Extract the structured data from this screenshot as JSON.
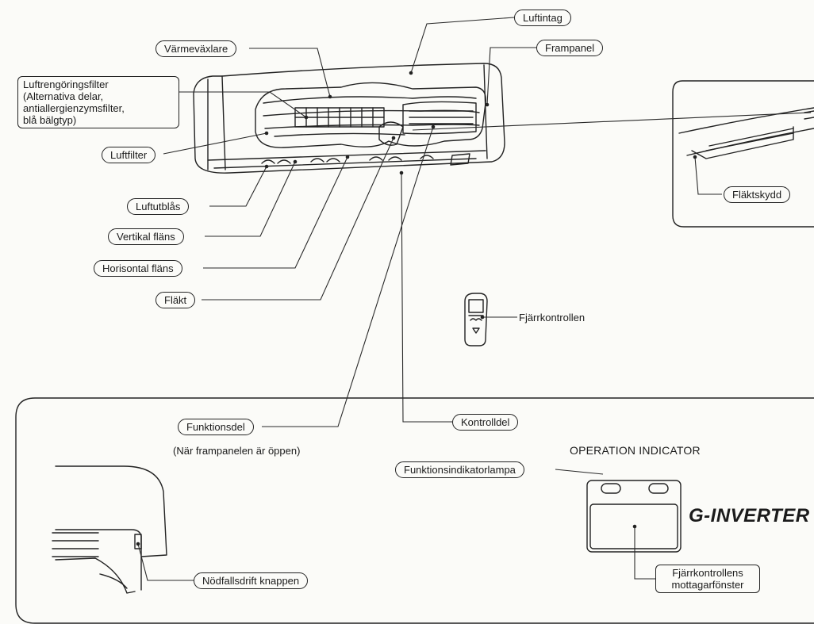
{
  "labels": {
    "luftintag": "Luftintag",
    "frampanel": "Frampanel",
    "varmevaxlare": "Värmeväxlare",
    "luftrengoring_line1": "Luftrengöringsfilter",
    "luftrengoring_line2": "(Alternativa delar,",
    "luftrengoring_line3": "antiallergienzymsfilter,",
    "luftrengoring_line4": "blå bälgtyp)",
    "luftfilter": "Luftfilter",
    "luftutblas": "Luftutblås",
    "vertikal_flans": "Vertikal fläns",
    "horisontal_flans": "Horisontal fläns",
    "flakt": "Fläkt",
    "flaktskydd": "Fläktskydd",
    "fjarrkontrollen": "Fjärrkontrollen",
    "funktionsdel": "Funktionsdel",
    "funktionsdel_note": "(När frampanelen är öppen)",
    "kontrolldel": "Kontrolldel",
    "operation_indicator": "OPERATION INDICATOR",
    "funktionsindikatorlampa": "Funktionsindikatorlampa",
    "brand": "G-INVERTER",
    "nodfallsdrift": "Nödfallsdrift knappen",
    "mottagar_line1": "Fjärrkontrollens",
    "mottagar_line2": "mottagarfönster"
  }
}
